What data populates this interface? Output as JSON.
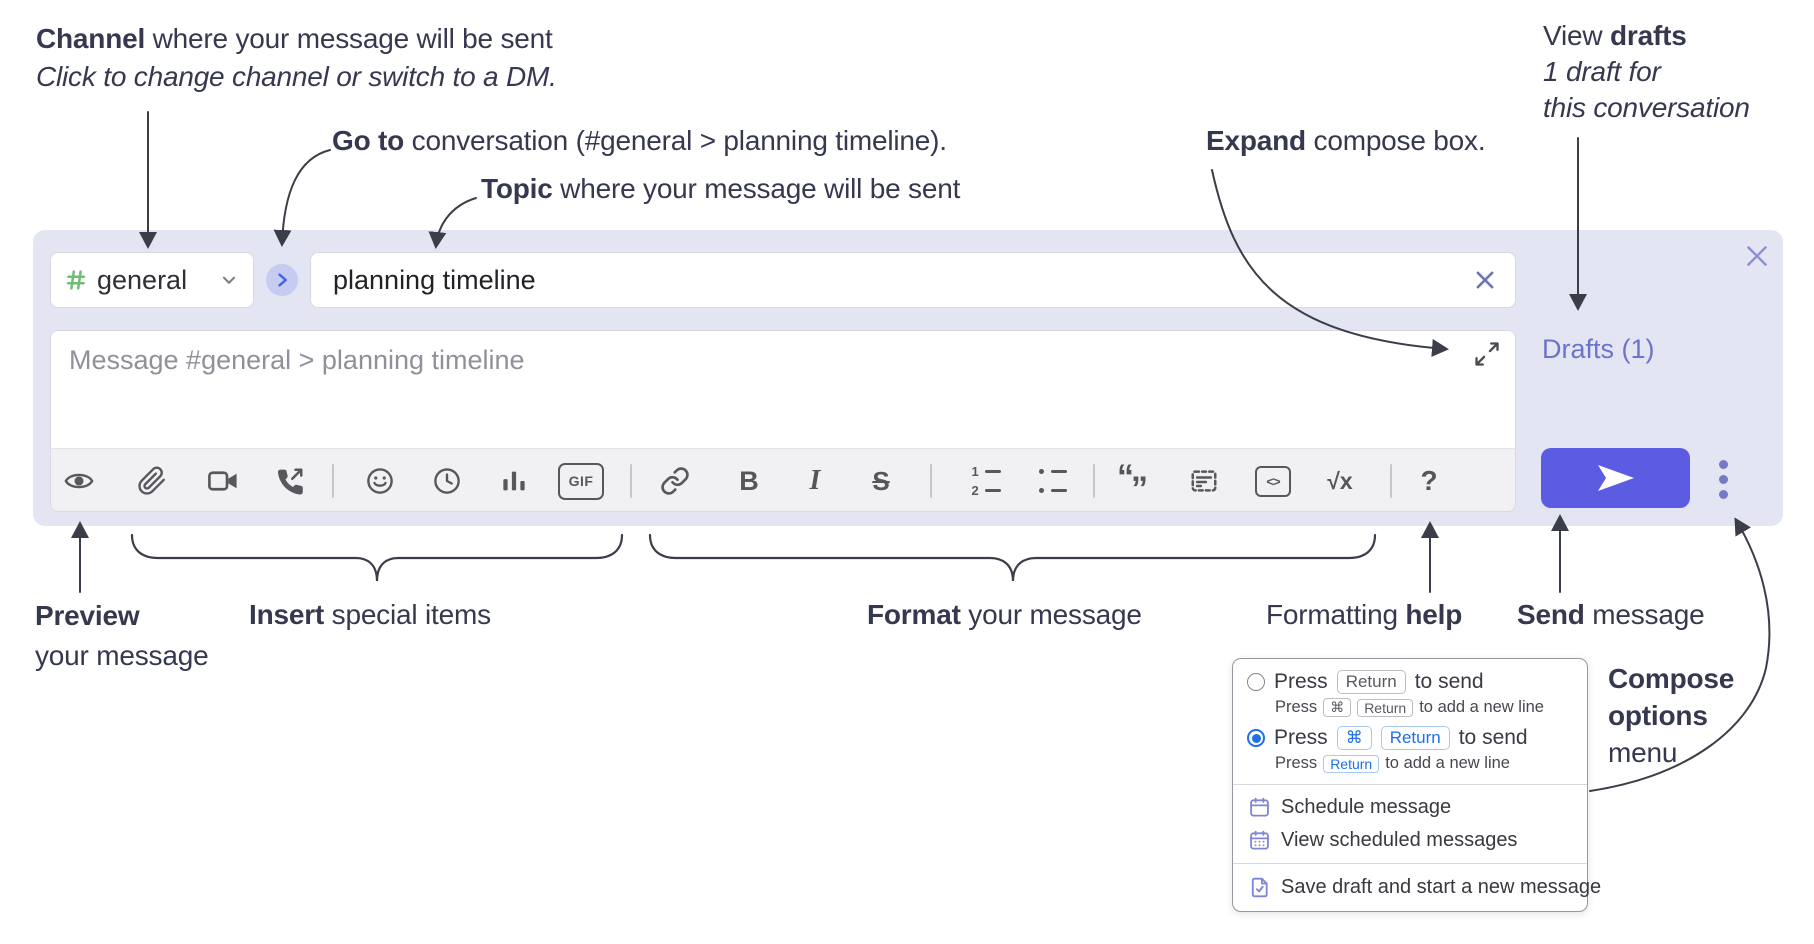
{
  "annotations": {
    "channel": {
      "bold": "Channel",
      "rest": " where your message will be sent",
      "italic": "Click to change channel or switch to a DM."
    },
    "goto": {
      "bold": "Go to",
      "rest": " conversation (#general > planning timeline)."
    },
    "topic": {
      "bold": "Topic",
      "rest": " where your message will be sent"
    },
    "expand": {
      "bold": "Expand",
      "rest": " compose box."
    },
    "view_drafts": {
      "pre": "View ",
      "bold": "drafts",
      "line2": "1 draft for",
      "line3": "this conversation"
    },
    "preview": {
      "bold": "Preview",
      "line2": "your message"
    },
    "insert": {
      "bold": "Insert",
      "rest": " special items"
    },
    "format": {
      "bold": "Format",
      "rest": " your message"
    },
    "help": {
      "pre": "Formatting ",
      "bold": "help"
    },
    "send": {
      "bold": "Send",
      "rest": " message"
    },
    "compose_options": {
      "line1": "Compose",
      "line2": "options",
      "line3": "menu"
    }
  },
  "compose": {
    "channel_name": "general",
    "topic_value": "planning timeline",
    "message_placeholder": "Message #general > planning timeline",
    "drafts_label": "Drafts (1)"
  },
  "toolbar": {
    "icons": [
      "preview-eye",
      "attach-paperclip",
      "video-call",
      "voice-call",
      "emoji",
      "time",
      "poll",
      "gif",
      "link",
      "bold",
      "italic",
      "strikethrough",
      "numbered-list",
      "bulleted-list",
      "quote",
      "spoiler",
      "code",
      "math",
      "help"
    ],
    "gif_label": "GIF",
    "bold_label": "B",
    "italic_label": "I",
    "strike_label": "S",
    "code_label": "<>",
    "math_label": "√x",
    "help_label": "?",
    "ol_1": "1",
    "ol_2": "2",
    "quote_open": "“",
    "quote_close": "”"
  },
  "options_menu": {
    "row1": {
      "pre": "Press",
      "kbd": "Return",
      "post": "to send"
    },
    "row1_sub": {
      "pre": "Press",
      "kbd1": "⌘",
      "kbd2": "Return",
      "post": "to add a new line"
    },
    "row2": {
      "pre": "Press",
      "kbd1": "⌘",
      "kbd2": "Return",
      "post": "to send"
    },
    "row2_sub": {
      "pre": "Press",
      "kbd": "Return",
      "post": "to add a new line"
    },
    "items": [
      {
        "label": "Schedule message",
        "icon": "calendar-icon"
      },
      {
        "label": "View scheduled messages",
        "icon": "calendar-grid-icon"
      },
      {
        "label": "Save draft and start a new message",
        "icon": "save-draft-icon"
      }
    ]
  },
  "colors": {
    "compose_bg": "#e3e5f3",
    "send_button": "#5b5ce2",
    "drafts_link": "#6b74c9",
    "kbd_blue": "#1e6fe8",
    "menu_icon_purple": "#8185d8",
    "hash_green": "#6fbc74",
    "jump_circle_bg": "#c5cbf1",
    "jump_chevron": "#3b63e8",
    "annotation_text": "#363850",
    "icon_gray": "#56585e"
  }
}
